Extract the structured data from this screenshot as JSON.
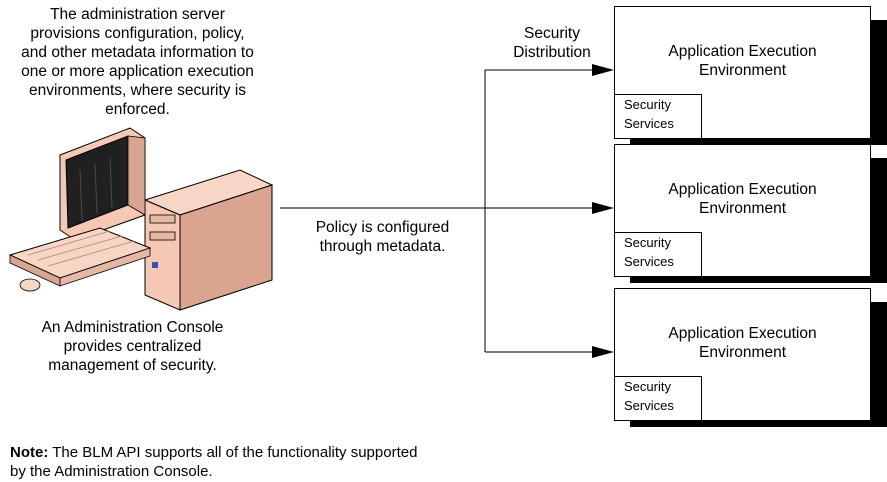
{
  "top_caption": "The administration server provisions configuration, policy, and other metadata information to one or more application execution environments, where security is enforced.",
  "top_caption_lines": [
    "The administration server",
    "provisions configuration, policy,",
    "and other metadata information to",
    "one or more application execution",
    "environments, where security is",
    "enforced."
  ],
  "distribution_label": [
    "Security",
    "Distribution"
  ],
  "policy_label": [
    "Policy is configured",
    "through metadata."
  ],
  "console_caption": [
    "An Administration Console",
    "provides centralized",
    "management of security."
  ],
  "environments": [
    {
      "title_line1": "Application Execution",
      "title_line2": "Environment",
      "svc_line1": "Security",
      "svc_line2": "Services"
    },
    {
      "title_line1": "Application Execution",
      "title_line2": "Environment",
      "svc_line1": "Security",
      "svc_line2": "Services"
    },
    {
      "title_line1": "Application Execution",
      "title_line2": "Environment",
      "svc_line1": "Security",
      "svc_line2": "Services"
    }
  ],
  "note": {
    "bold": "Note:",
    "line1_rest": " The BLM API supports all of the functionality supported",
    "line2": "by the Administration Console."
  },
  "colors": {
    "computer_body": "#f4c8b4",
    "computer_shade": "#d9a58e",
    "screen": "#202020",
    "accent_blue": "#3a4fb0"
  }
}
